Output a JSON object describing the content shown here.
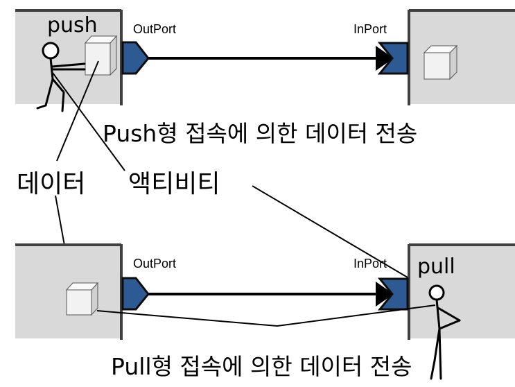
{
  "colors": {
    "component_fill": "#d9d9d9",
    "component_border": "#404040",
    "port_fill": "#2e5a94",
    "port_stroke": "#0d0d0d",
    "line": "#000000",
    "cube_fill": "#f2f2f2",
    "cube_side": "#d0d0d0",
    "cube_stroke": "#555555"
  },
  "push": {
    "actor_label": "push",
    "out_port_label": "OutPort",
    "in_port_label": "InPort",
    "caption": "Push형 접속에 의한 데이터 전송"
  },
  "pull": {
    "actor_label": "pull",
    "out_port_label": "OutPort",
    "in_port_label": "InPort",
    "caption": "Pull형 접속에 의한 데이터 전송"
  },
  "legend": {
    "data_label": "데이터",
    "activity_label": "액티비티"
  }
}
